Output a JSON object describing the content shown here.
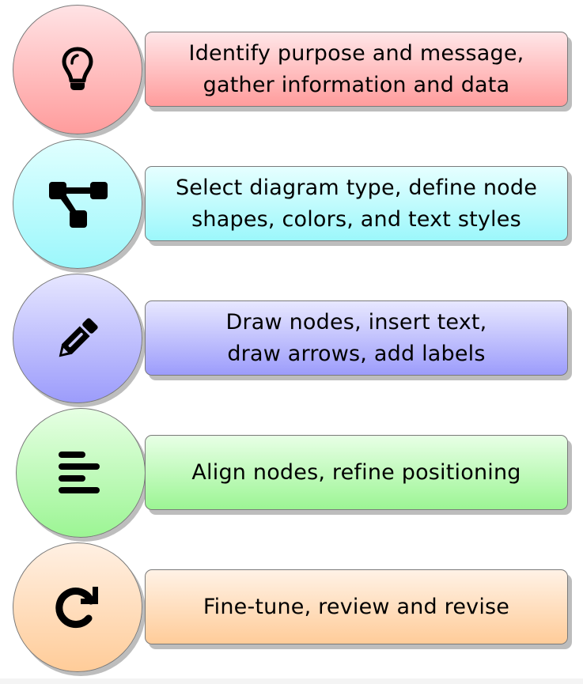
{
  "diagram": {
    "type": "process-steps",
    "steps": [
      {
        "icon": "lightbulb-icon",
        "text": "Identify purpose and message,\ngather information and data",
        "color_top": "#ffe3e5",
        "color_bottom": "#ff9c9c"
      },
      {
        "icon": "sitemap-icon",
        "text": "Select diagram type, define node\nshapes, colors, and text styles",
        "color_top": "#e0ffff",
        "color_bottom": "#9cf7fb"
      },
      {
        "icon": "pencil-icon",
        "text": "Draw nodes, insert text,\ndraw arrows, add labels",
        "color_top": "#e6e6ff",
        "color_bottom": "#9c9cfb"
      },
      {
        "icon": "align-left-icon",
        "text": "Align nodes, refine positioning",
        "color_top": "#e6ffe3",
        "color_bottom": "#9cf594"
      },
      {
        "icon": "redo-icon",
        "text": "Fine-tune, review and revise",
        "color_top": "#fff0e3",
        "color_bottom": "#ffcc99"
      }
    ]
  }
}
